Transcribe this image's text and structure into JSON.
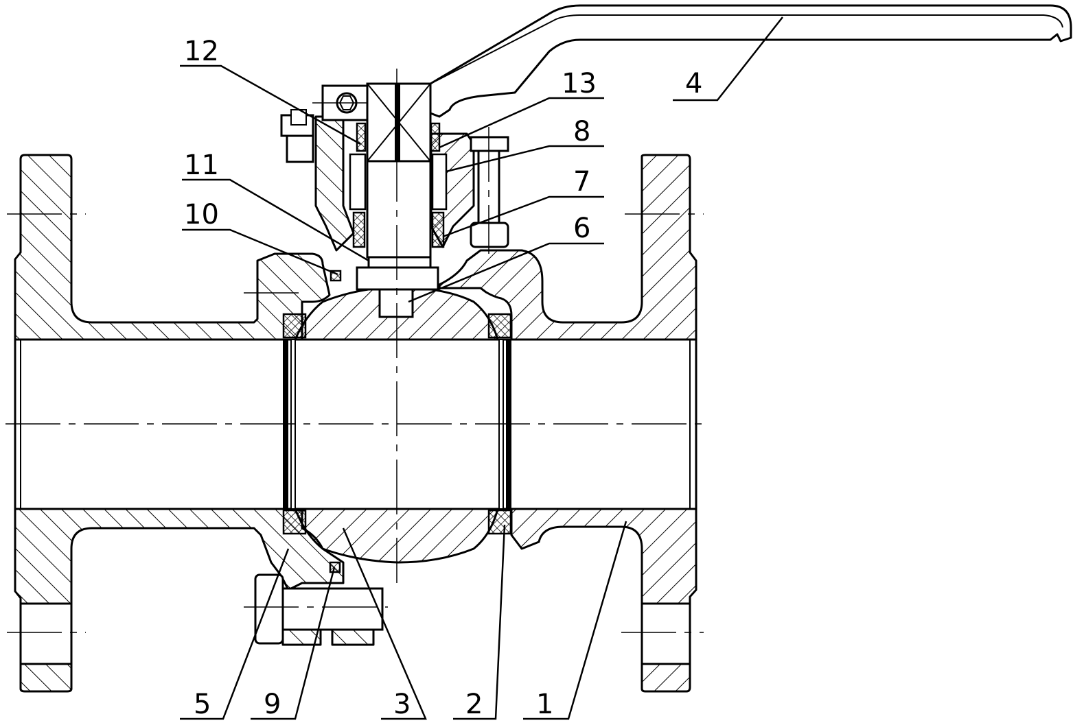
{
  "callouts": [
    {
      "num": "1"
    },
    {
      "num": "2"
    },
    {
      "num": "3"
    },
    {
      "num": "4"
    },
    {
      "num": "5"
    },
    {
      "num": "6"
    },
    {
      "num": "7"
    },
    {
      "num": "8"
    },
    {
      "num": "9"
    },
    {
      "num": "10"
    },
    {
      "num": "11"
    },
    {
      "num": "12"
    },
    {
      "num": "13"
    }
  ]
}
